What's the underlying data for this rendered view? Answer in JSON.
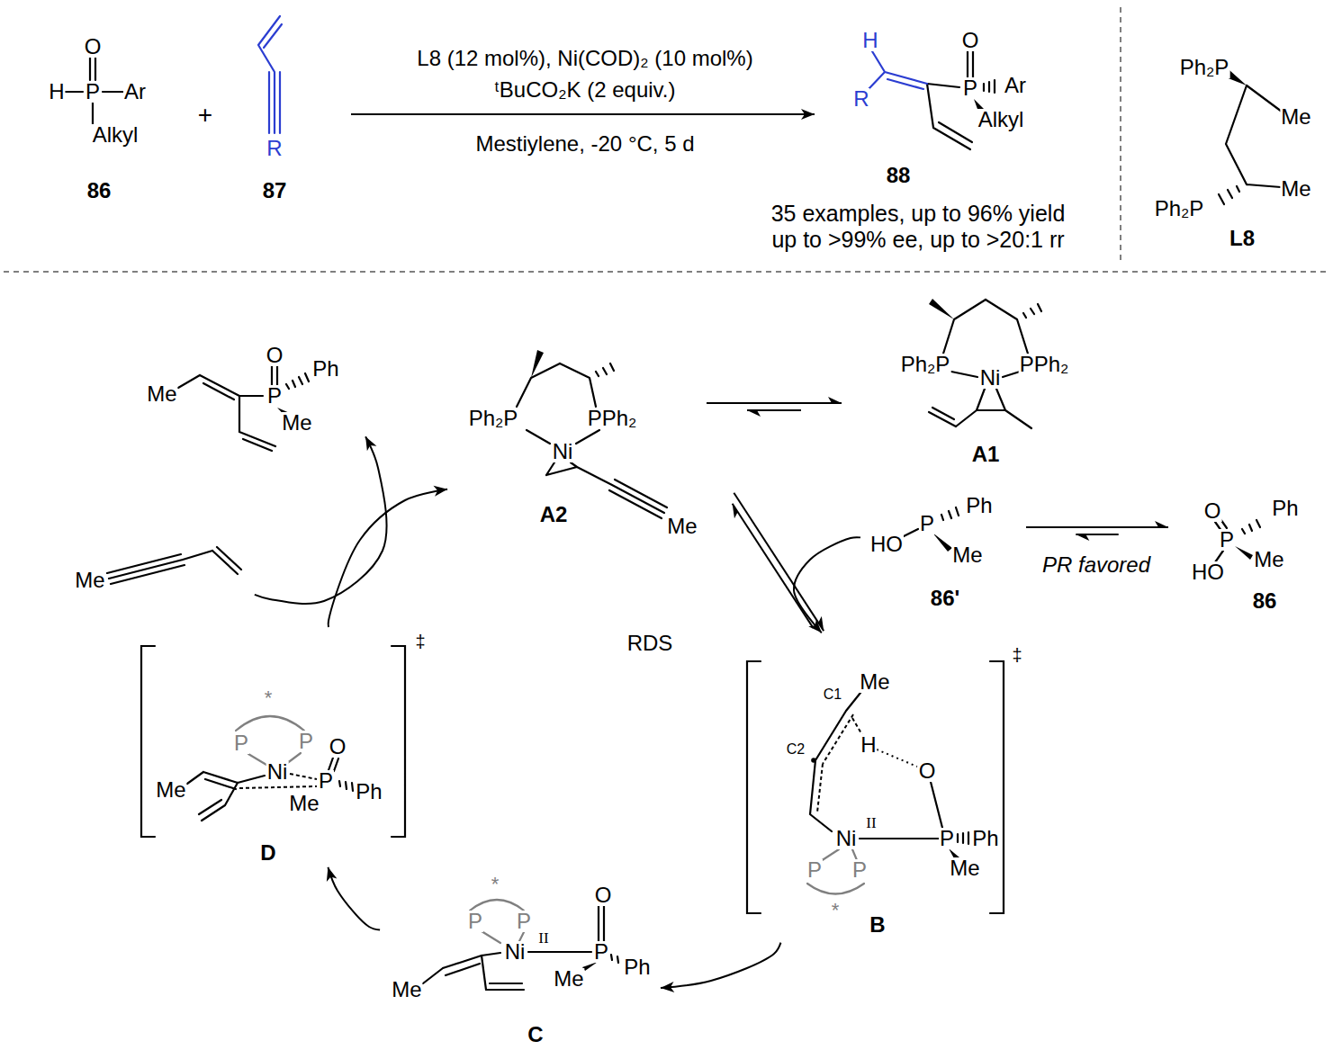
{
  "diagram": {
    "nodes": [
      {
        "text": [
          "O",
          "P",
          "H",
          "Ar",
          "Alkyl",
          "86"
        ]
      },
      {
        "text": [
          "R",
          "87"
        ]
      },
      {
        "text": [
          "H",
          "O",
          "P",
          "Ar",
          "R",
          "Alkyl",
          "88"
        ]
      },
      {
        "text": [
          "Ph₂P",
          "Me",
          "Me",
          "Ph₂P",
          "L8"
        ]
      },
      {
        "text": [
          "O",
          "P",
          "Ph",
          "Me",
          "Me"
        ]
      },
      {
        "text": [
          "Ph₂P",
          "Ni",
          "PPh₂",
          "Me",
          "A2"
        ]
      },
      {
        "text": [
          "Ph₂P",
          "Ni",
          "PPh₂",
          "A1"
        ]
      },
      {
        "text": [
          "Me"
        ]
      },
      {
        "text": [
          "HO",
          "P",
          "Ph",
          "Me",
          "86'"
        ]
      },
      {
        "text": [
          "O",
          "P",
          "Ph",
          "HO",
          "Me",
          "86"
        ]
      },
      {
        "text": [
          "*",
          "P",
          "P",
          "Ni",
          "O",
          "P",
          "Me",
          "Me",
          "Ph",
          "‡",
          "D"
        ]
      },
      {
        "text": [
          "Me",
          "C1",
          "C2",
          "H",
          "O",
          "Ni",
          "II",
          "P",
          "P",
          "P",
          "*",
          "Ph",
          "Me",
          "‡",
          "B"
        ]
      },
      {
        "text": [
          "*",
          "P",
          "P",
          "Ni",
          "II",
          "O",
          "P",
          "Me",
          "Ph",
          "Me",
          "C"
        ]
      }
    ],
    "edges": [
      {
        "from": 1,
        "to": 2,
        "arrow": "to"
      },
      {
        "from": 5,
        "to": 6,
        "arrow": "both"
      },
      {
        "from": 5,
        "to": 11,
        "arrow": "both"
      },
      {
        "from": 8,
        "to": 11,
        "arrow": "to"
      },
      {
        "from": 8,
        "to": 9,
        "label": "PR favored",
        "arrow": "both"
      },
      {
        "from": 11,
        "to": 12,
        "arrow": "to"
      },
      {
        "from": 12,
        "to": 10,
        "arrow": "to"
      },
      {
        "from": 10,
        "to": 5,
        "arrow": "to"
      },
      {
        "from": 7,
        "to": 4,
        "arrow": "to"
      }
    ],
    "labels": [
      "+",
      "L8 (12 mol%), Ni(COD)₂ (10 mol%)",
      "ᵗBuCO₂K (2 equiv.)",
      "Mestiylene, -20 °C, 5 d",
      "35 examples, up to 96% yield",
      "up to >99% ee, up to >20:1 rr",
      "RDS"
    ]
  }
}
